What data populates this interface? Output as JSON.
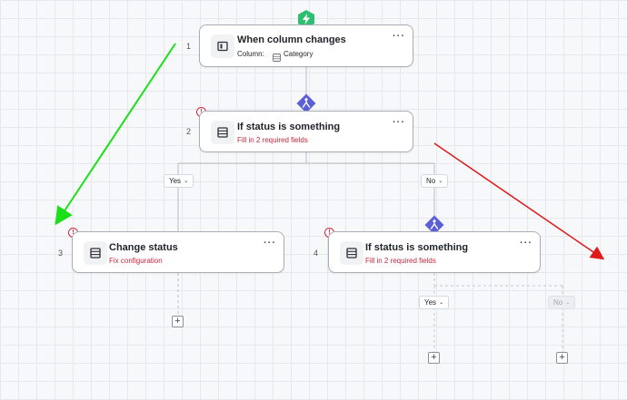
{
  "colors": {
    "trigger_badge": "#2fbf71",
    "condition_badge": "#5b5fd6",
    "error": "#d1243b",
    "arrow_green": "#19e019",
    "arrow_red": "#e01919"
  },
  "nodes": {
    "n1": {
      "number": "1",
      "title": "When column changes",
      "column_label": "Column:",
      "column_value": "Category",
      "icon": "column-icon",
      "badge_icon": "lightning-icon",
      "more": "···"
    },
    "n2": {
      "number": "2",
      "title": "If status is something",
      "error": "Fill in 2 required fields",
      "icon": "table-icon",
      "badge_icon": "branch-icon",
      "more": "···"
    },
    "n3": {
      "number": "3",
      "title": "Change status",
      "error": "Fix configuration",
      "icon": "table-icon",
      "more": "···"
    },
    "n4": {
      "number": "4",
      "title": "If status is something",
      "error": "Fill in 2 required fields",
      "icon": "table-icon",
      "badge_icon": "branch-icon",
      "more": "···"
    }
  },
  "branches": {
    "yes1": "Yes",
    "no1": "No",
    "yes2": "Yes",
    "no2": "No"
  },
  "warn_mark": "!",
  "plus_mark": "+"
}
